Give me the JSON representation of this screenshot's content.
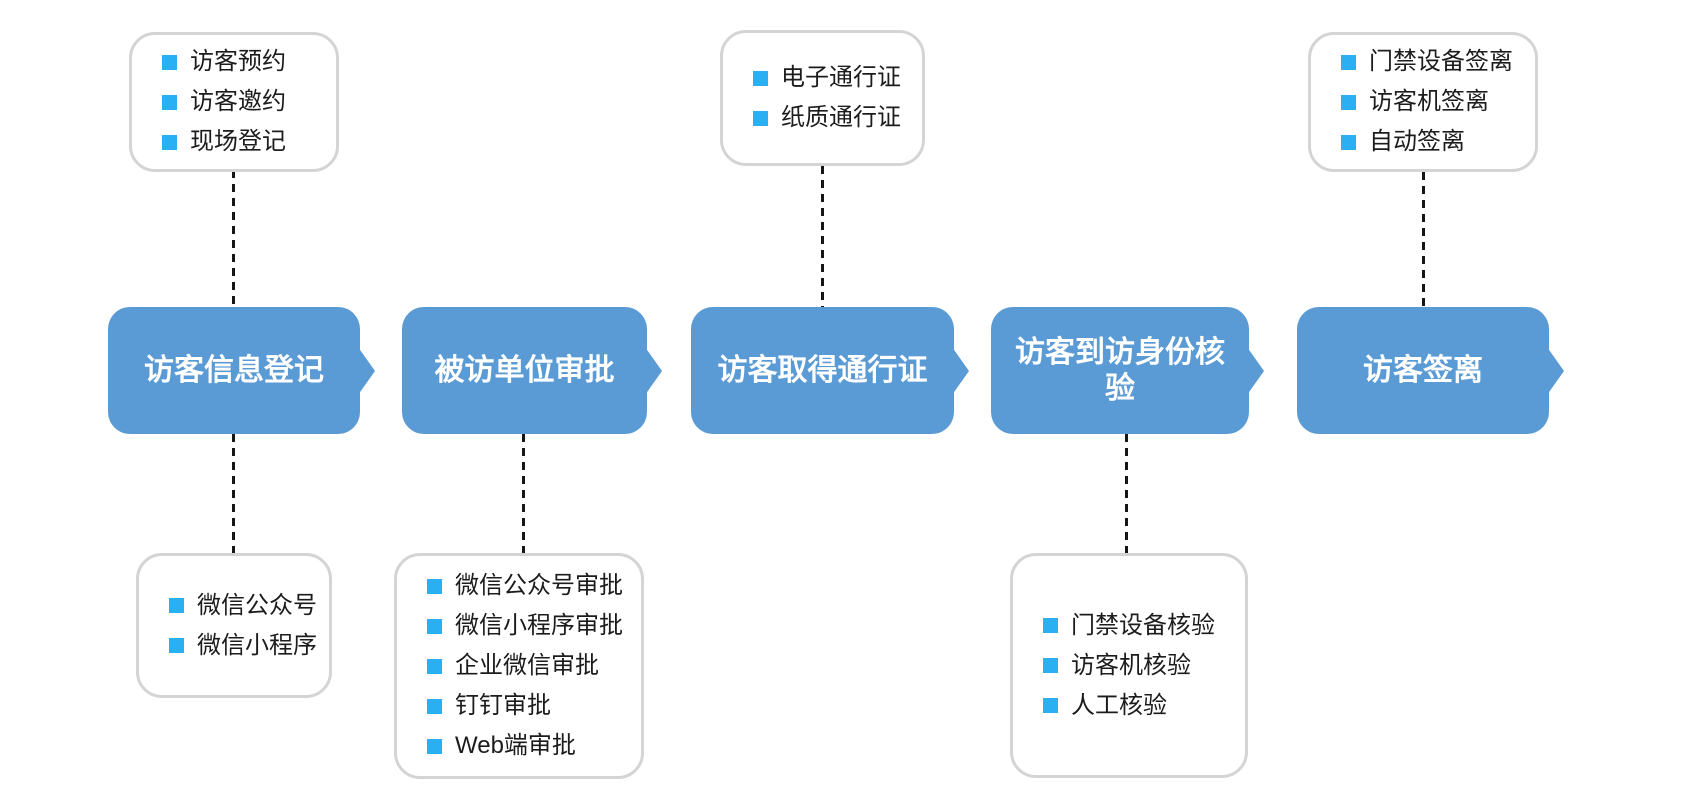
{
  "flow": {
    "steps": [
      {
        "label": "访客信息登记"
      },
      {
        "label": "被访单位审批"
      },
      {
        "label": "访客取得通行证"
      },
      {
        "label": "访客到访身份核验"
      },
      {
        "label": "访客签离"
      }
    ]
  },
  "callouts": {
    "top": [
      {
        "items": [
          "访客预约",
          "访客邀约",
          "现场登记"
        ]
      },
      {
        "items": [
          "电子通行证",
          "纸质通行证"
        ]
      },
      {
        "items": [
          "门禁设备签离",
          "访客机签离",
          "自动签离"
        ]
      }
    ],
    "bottom": [
      {
        "items": [
          "微信公众号",
          "微信小程序"
        ]
      },
      {
        "items": [
          "微信公众号审批",
          "微信小程序审批",
          "企业微信审批",
          "钉钉审批",
          "Web端审批"
        ]
      },
      {
        "items": [
          "门禁设备核验",
          "访客机核验",
          "人工核验"
        ]
      }
    ]
  },
  "colors": {
    "step_fill": "#5B9BD5",
    "step_text": "#FFFFFF",
    "bullet": "#29AFF2",
    "item_text": "#1C1C1C",
    "callout_border": "#D4D4D4",
    "connector": "#161616"
  }
}
